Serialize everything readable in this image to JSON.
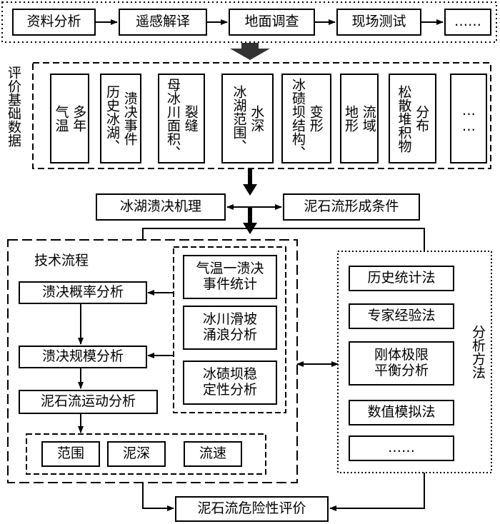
{
  "top_steps": [
    "资料分析",
    "遥感解译",
    "地面调查",
    "现场测试",
    "……"
  ],
  "base_data_label": "评价基础数据",
  "base_data_items": [
    "多年\n气温",
    "溃决事件\n历史冰湖、",
    "裂缝\n母冰川面积、",
    "水深\n冰湖范围、",
    "变形\n冰碛坝结构、",
    "流域\n地形",
    "分布\n松散堆积物",
    "……"
  ],
  "mechanism": "冰湖溃决机理",
  "conditions": "泥石流形成条件",
  "tech_flow_title": "技术流程",
  "flow_steps": [
    "溃决概率分析",
    "溃决规模分析",
    "泥石流运动分析"
  ],
  "sub_analyses": [
    "气温一溃决\n事件统计",
    "冰川滑坡\n涌浪分析",
    "冰碛坝稳\n定性分析"
  ],
  "outputs": [
    "范围",
    "泥深",
    "流速"
  ],
  "methods_label": "分析方法",
  "methods": [
    "历史统计法",
    "专家经验法",
    "刚体极限\n平衡分析",
    "数值模拟法",
    "……"
  ],
  "final": "泥石流危险性评价"
}
